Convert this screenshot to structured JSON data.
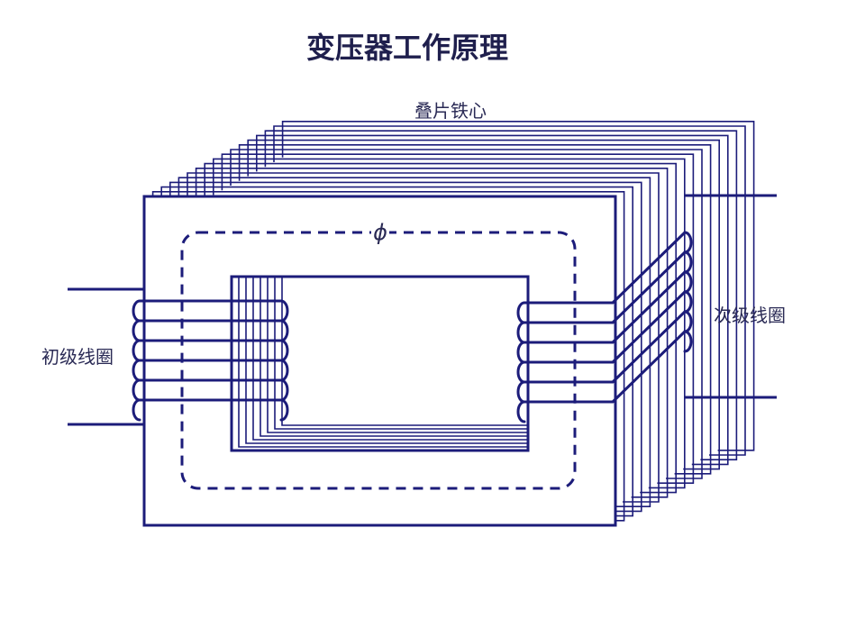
{
  "title": "变压器工作原理",
  "labels": {
    "core": "叠片铁心",
    "flux": "ϕ",
    "primary": "初级线圈",
    "secondary": "次级线圈"
  },
  "colors": {
    "line": "#1c1c7a",
    "background": "#ffffff",
    "text": "#2a2a55"
  }
}
